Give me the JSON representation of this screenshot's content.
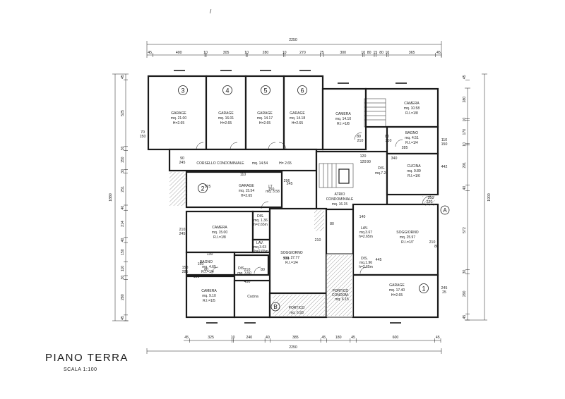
{
  "title": "PIANO TERRA",
  "scale": "SCALA 1:100",
  "top_mark": "/",
  "dims_top": [
    "45",
    "400",
    "10",
    "305",
    "10",
    "280",
    "10",
    "270",
    "25",
    "300",
    "10",
    "80",
    "15",
    "80",
    "10",
    "365",
    "45"
  ],
  "dims_top_total": "2250",
  "dims_bottom": [
    "45",
    "325",
    "10",
    "240",
    "40",
    "385",
    "45",
    "180",
    "45",
    "600",
    "45"
  ],
  "dims_bottom_total": "2250",
  "dims_left": [
    "45",
    "525",
    "30",
    "150",
    "30",
    "251",
    "40",
    "214",
    "40",
    "150",
    "110",
    "30",
    "280",
    "45"
  ],
  "dims_left_total": "1880",
  "dims_right": [
    "45",
    "280",
    "10",
    "170",
    "10",
    "291",
    "40",
    "572",
    "30",
    "290",
    "45"
  ],
  "dims_right_total": "1900",
  "garage_numbers": [
    "3",
    "4",
    "5",
    "6",
    "2",
    "1"
  ],
  "rooms": {
    "g3": [
      "GARAGE",
      "mq. 21.00",
      "H=2.65"
    ],
    "g4": [
      "GARAGE",
      "mq. 16.01",
      "H=2.65"
    ],
    "g5": [
      "GARAGE",
      "mq. 14.17",
      "H=2.65"
    ],
    "g6": [
      "GARAGE",
      "mq. 14.18",
      "H=2.65"
    ],
    "camera_n": [
      "CAMERA",
      "mq. 14.10",
      "R.I.=1/8"
    ],
    "camera_ne": [
      "CAMERA",
      "mq. 10.58",
      "R.I.=1/8"
    ],
    "bagno_ne": [
      "BAGNO",
      "mq. 4.51",
      "R.I.=1/4"
    ],
    "cucina_e": [
      "CUCINA",
      "mq. 9.89",
      "R.I.=1/6"
    ],
    "corsello": [
      "CORSELLO CONDOMINIALE",
      "mq. 14.54",
      "H= 2.65"
    ],
    "g2": [
      "GARAGE",
      "mq. 15.54",
      "H=2.65"
    ],
    "lt": [
      "LT",
      "mq. 3.58"
    ],
    "atrio": [
      "ATRIO",
      "CONDOMINIALE",
      "mq. 16.15"
    ],
    "dis_e": [
      "DIS.",
      "mq.7.24"
    ],
    "camera_w": [
      "CAMERA",
      "mq. 15.00",
      "R.I.=1/8"
    ],
    "dis_w1": [
      "DIS.",
      "mq. 1.36",
      "h=2.65m"
    ],
    "lav_w": [
      "LAV.",
      "mq.3.03",
      "h=2.65m"
    ],
    "bagno_w": [
      "BAGNO",
      "mq. 4.65",
      "R.I.=1/4"
    ],
    "dis_w2": [
      "DIS.",
      "mq. 3.50"
    ],
    "soggiorno_w": [
      "SOGGIORNO",
      "mq. 27.77",
      "R.I.=1/4"
    ],
    "camera_sw": [
      "CAMERA",
      "mq. 9.10",
      "R.I.=1/5"
    ],
    "cucina_w": [
      "Cucina"
    ],
    "portico_w": [
      "PORTICO",
      "mq. 6.93"
    ],
    "portico_c": [
      "PORTICO",
      "CONDOM.",
      "mq. 6.15"
    ],
    "lav_e": [
      "LAV.",
      "mq.3.67",
      "h=2.65m"
    ],
    "dis_e2": [
      "DIS.",
      "mq.1.96",
      "h=2.65m"
    ],
    "soggiorno_e": [
      "SOGGIORNO",
      "mq. 25.97",
      "R.I.=1/7"
    ],
    "g1": [
      "GARAGE",
      "mq. 17.40",
      "H=2.65"
    ]
  },
  "inner_dims": [
    "70",
    "150",
    "90",
    "245",
    "120",
    "120",
    "80",
    "210",
    "80",
    "210",
    "340",
    "110",
    "150",
    "285",
    "110",
    "150",
    "525",
    "296",
    "250",
    "220",
    "210",
    "245",
    "130",
    "150",
    "285",
    "80",
    "150",
    "210",
    "80",
    "210",
    "80",
    "445",
    "140",
    "450",
    "500",
    "245",
    "442",
    "210",
    "80",
    "90",
    "245",
    "25",
    "150"
  ],
  "markers": {
    "a": "A",
    "b": "B"
  }
}
